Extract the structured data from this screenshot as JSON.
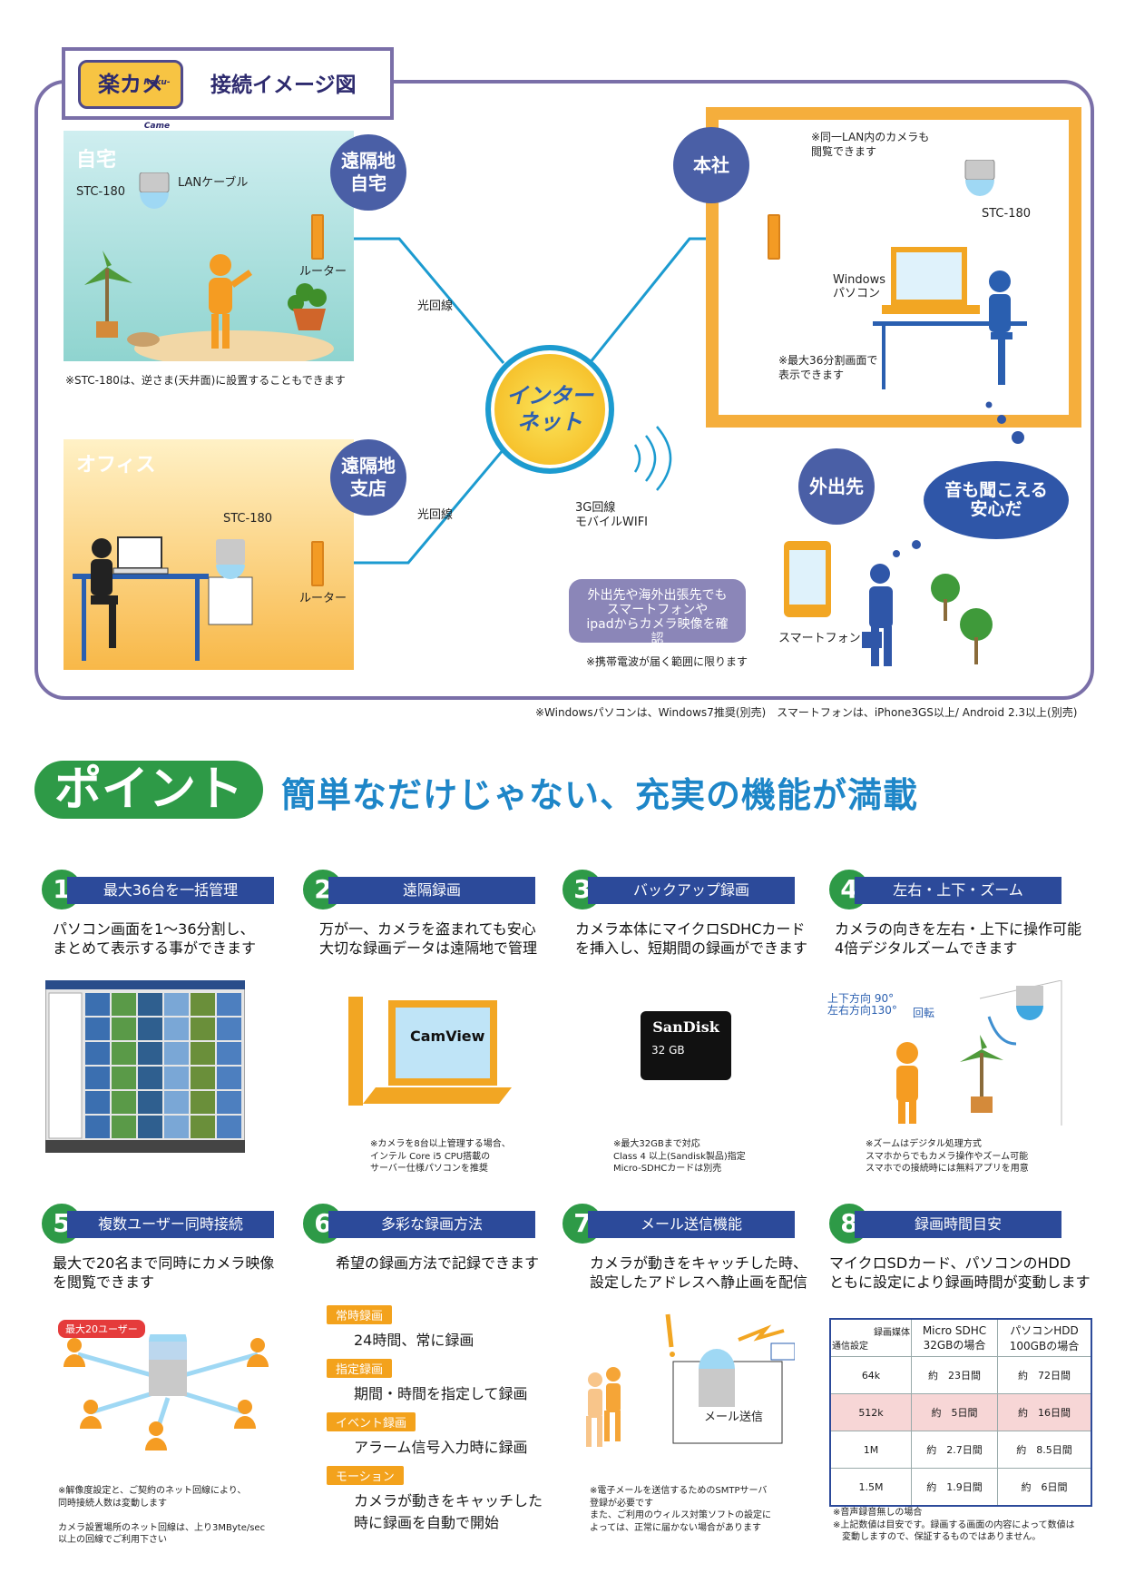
{
  "diagram": {
    "logo_main": "楽カメ",
    "logo_sub": "Raku-Came",
    "title": "接続イメージ図",
    "home": {
      "room": "自宅",
      "remote_label": "遠隔地\n自宅",
      "camera": "STC-180",
      "cable": "LANケーブル",
      "router": "ルーター",
      "note": "※STC-180は、逆さま(天井面)に設置することもできます"
    },
    "office": {
      "room": "オフィス",
      "remote_label": "遠隔地\n支店",
      "camera": "STC-180",
      "router": "ルーター"
    },
    "fiber_line_1": "光回線",
    "fiber_line_2": "光回線",
    "internet": "インター\nネット",
    "hq": {
      "label": "本社",
      "lan_note": "※同一LAN内のカメラも\n閲覧できます",
      "camera": "STC-180",
      "pc": "Windows\nパソコン",
      "split_note": "※最大36分割画面で\n表示できます"
    },
    "mobile": {
      "label": "外出先",
      "line": "3G回線\nモバイルWIFI",
      "phone": "スマートフォン",
      "bubble": "音も聞こえる\n安心だ",
      "pill": "外出先や海外出張先でも\nスマートフォンや\nipadからカメラ映像を確認",
      "note": "※携帯電波が届く範囲に限ります"
    },
    "footnote": "※Windowsパソコンは、Windows7推奨(別売)　スマートフォンは、iPhone3GS以上/ Android 2.3以上(別売)"
  },
  "points": {
    "logo": "ポイント",
    "headline": "簡単なだけじゃない、充実の機能が満載",
    "items": [
      {
        "num": "1",
        "title": "最大36台を一括管理",
        "desc": "パソコン画面を1～36分割し、\nまとめて表示する事ができます",
        "note": ""
      },
      {
        "num": "2",
        "title": "遠隔録画",
        "desc": "万が一、カメラを盗まれても安心\n大切な録画データは遠隔地で管理",
        "note": "※カメラを8台以上管理する場合、\nインテル Core i5 CPU搭載の\nサーバー仕様パソコンを推奨",
        "screen": "CamView"
      },
      {
        "num": "3",
        "title": "バックアップ録画",
        "desc": "カメラ本体にマイクロSDHCカード\nを挿入し、短期間の録画ができます",
        "note": "※最大32GBまで対応\nClass 4 以上(Sandisk製品)指定\nMicro-SDHCカードは別売",
        "card_brand": "SanDisk",
        "card_size": "32 GB"
      },
      {
        "num": "4",
        "title": "左右・上下・ズーム",
        "desc": "カメラの向きを左右・上下に操作可能\n4倍デジタルズームできます",
        "note": "※ズームはデジタル処理方式\nスマホからでもカメラ操作やズーム可能\nスマホでの接続時には無料アプリを用意",
        "angle": "上下方向 90°\n左右方向130°",
        "rotate": "回転"
      },
      {
        "num": "5",
        "title": "複数ユーザー同時接続",
        "desc": "最大で20名まで同時にカメラ映像\nを閲覧できます",
        "note": "※解像度設定と、ご契約のネット回線により、\n同時接続人数は変動します\n\nカメラ設置場所のネット回線は、上り3MByte/sec\n以上の回線でご利用下さい",
        "badge": "最大20ユーザー"
      },
      {
        "num": "6",
        "title": "多彩な録画方法",
        "desc": "希望の録画方法で記録できます",
        "note": ""
      },
      {
        "num": "7",
        "title": "メール送信機能",
        "desc": "カメラが動きをキャッチした時、\n設定したアドレスへ静止画を配信",
        "note": "※電子メールを送信するためのSMTPサーバ\n登録が必要です\nまた、ご利用のウィルス対策ソフトの設定に\nよっては、正常に届かない場合があります",
        "mail": "メール送信"
      },
      {
        "num": "8",
        "title": "録画時間目安",
        "desc": "マイクロSDカード、パソコンのHDD\nともに設定により録画時間が変動します",
        "note": "※音声録音無しの場合\n※上記数値は目安です。録画する画面の内容によって数値は\n　変動しますので、保証するものではありません。"
      }
    ],
    "modes": [
      {
        "badge": "常時録画",
        "desc": "24時間、常に録画"
      },
      {
        "badge": "指定録画",
        "desc": "期間・時間を指定して録画"
      },
      {
        "badge": "イベント録画",
        "desc": "アラーム信号入力時に録画"
      },
      {
        "badge": "モーション",
        "desc": "カメラが動きをキャッチした\n時に録画を自動で開始"
      }
    ],
    "table": {
      "corner_top": "録画媒体",
      "corner_bottom": "通信設定",
      "col1": "Micro SDHC\n32GBの場合",
      "col2": "パソコンHDD\n100GBの場合",
      "rows": [
        {
          "rate": "64k",
          "sd": "約　23日間",
          "hdd": "約　72日間"
        },
        {
          "rate": "512k",
          "sd": "約　5日間",
          "hdd": "約　16日間"
        },
        {
          "rate": "1M",
          "sd": "約　2.7日間",
          "hdd": "約　8.5日間"
        },
        {
          "rate": "1.5M",
          "sd": "約　1.9日間",
          "hdd": "約　6日間"
        }
      ]
    }
  },
  "colors": {
    "accent_green": "#2e9a47",
    "bar_blue": "#2c4a9a",
    "frame_purple": "#7a6fa8",
    "orange": "#f5ae3c",
    "headline_blue": "#1e86c8"
  }
}
